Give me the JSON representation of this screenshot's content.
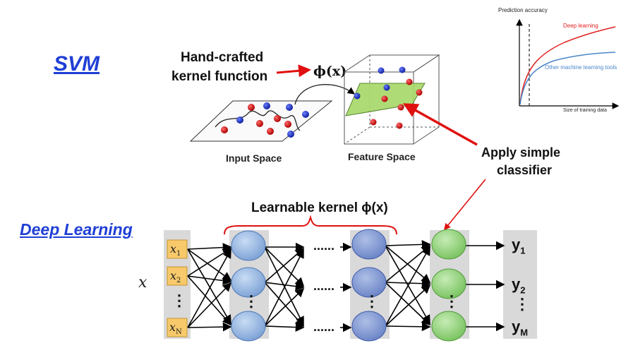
{
  "labels": {
    "svm": "SVM",
    "deep_learning": "Deep Learning",
    "handcrafted_line1": "Hand-crafted",
    "handcrafted_line2": "kernel function",
    "phi_x": "ϕ(x)",
    "input_space": "Input Space",
    "feature_space": "Feature Space",
    "apply_line1": "Apply simple",
    "apply_line2": "classifier",
    "learnable_kernel": "Learnable kernel ϕ(x)",
    "x_var": "x",
    "dots": "......",
    "vdots": "⋮"
  },
  "inputs": [
    "x",
    "x",
    "x"
  ],
  "input_subscripts": [
    "1",
    "2",
    "N"
  ],
  "outputs": [
    "y",
    "y",
    "y"
  ],
  "output_subscripts": [
    "1",
    "2",
    "M"
  ],
  "inset_chart": {
    "ylabel": "Prediction accuracy",
    "xlabel": "Size of training data",
    "series": [
      {
        "name": "Deep learning",
        "color": "#e02020"
      },
      {
        "name": "Other machine learning tools",
        "color": "#4a86c8"
      }
    ]
  },
  "colors": {
    "accent_blue": "#1f3fd6",
    "arrow_red": "#e01010",
    "node_blue": "#8fb2e0",
    "node_green": "#8fd17a",
    "input_box": "#f7c96b",
    "column_bg": "#d9d9d9",
    "plane_green": "#a8d86a"
  }
}
